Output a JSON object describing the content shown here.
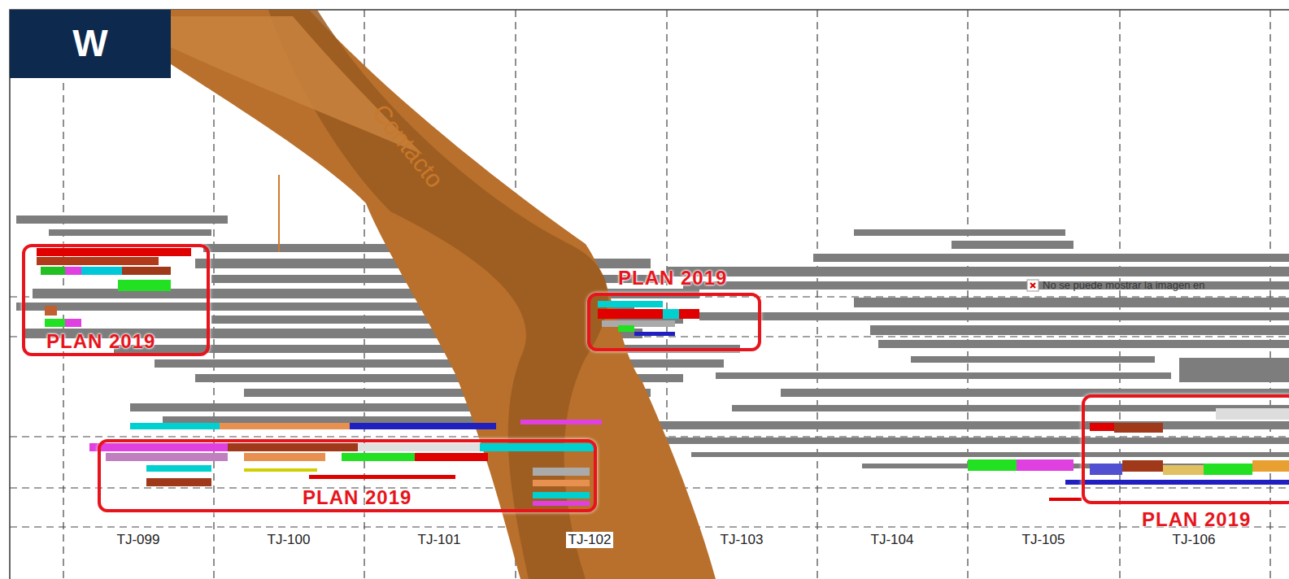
{
  "diagram": {
    "nodes": [
      {
        "text": [
          "W"
        ]
      },
      {
        "text": [
          "PLAN 2019"
        ]
      },
      {
        "text": [
          "PLAN 2019"
        ]
      },
      {
        "text": [
          "PLAN 2019"
        ]
      },
      {
        "text": [
          "PLAN 2019"
        ]
      }
    ],
    "labels": [
      "Contacto",
      "No se puede mostrar la imagen en",
      "TJ-099",
      "TJ-100",
      "TJ-101",
      "TJ-102",
      "TJ-103",
      "TJ-104",
      "TJ-105",
      "TJ-106"
    ]
  }
}
